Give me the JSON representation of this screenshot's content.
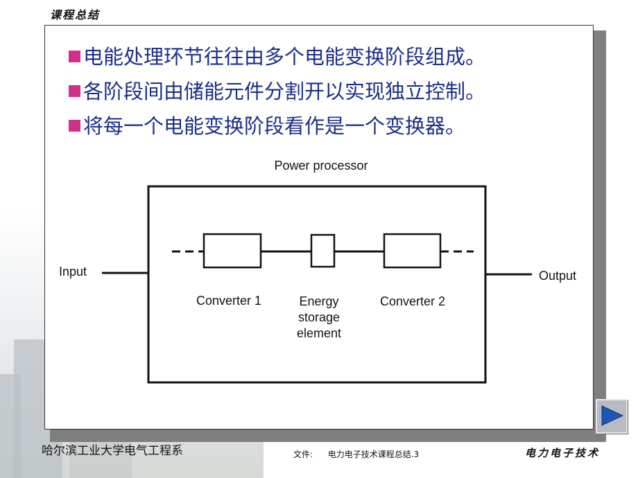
{
  "header": {
    "title": "课程总结"
  },
  "bullets": [
    "电能处理环节往往由多个电能变换阶段组成。",
    "各阶段间由储能元件分割开以实现独立控制。",
    "将每一个电能变换阶段看作是一个变换器。"
  ],
  "diagram": {
    "title": "Power processor",
    "input": "Input",
    "output": "Output",
    "converter1": "Converter 1",
    "energy_storage": [
      "Energy",
      "storage",
      "element"
    ],
    "converter2": "Converter 2"
  },
  "footer": {
    "organization": "哈尔滨工业大学电气工程系",
    "file_label": "文件:",
    "file_name": "电力电子技术课程总结.3",
    "course": "电力电子技术"
  },
  "colors": {
    "bullet_text": "#1a2f8a",
    "bullet_mark": "#d0308c",
    "next_arrow": "#1f55b5"
  },
  "icons": {
    "next": "play-arrow-icon"
  }
}
